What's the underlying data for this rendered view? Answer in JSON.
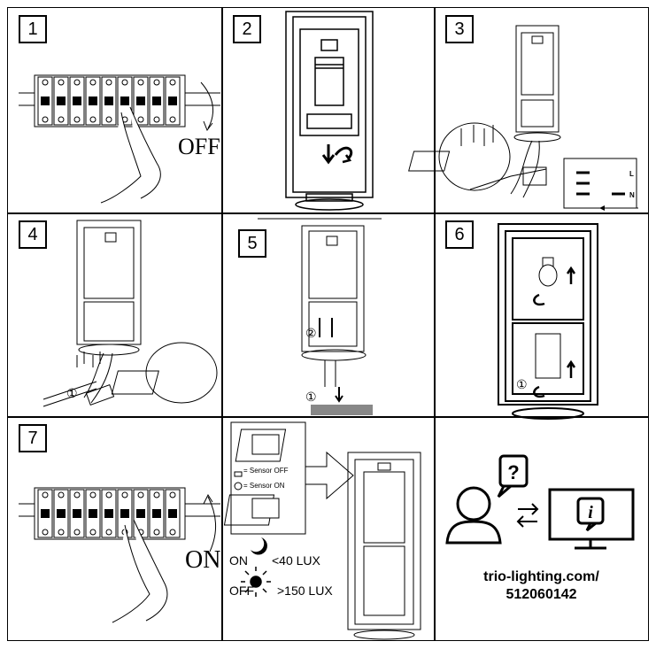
{
  "steps": [
    "1",
    "2",
    "3",
    "4",
    "5",
    "6",
    "7"
  ],
  "step1": {
    "label": "OFF"
  },
  "step3": {
    "terminals": [
      "L",
      "N"
    ]
  },
  "step4": {
    "marker": "①"
  },
  "step5": {
    "marker_top": "②",
    "marker_bottom": "①"
  },
  "step6": {
    "marker": "①"
  },
  "step7": {
    "label": "ON"
  },
  "sensor": {
    "off_legend": "= Sensor OFF",
    "on_legend": "= Sensor ON",
    "night_prefix": "ON",
    "night_value": "<40 LUX",
    "day_prefix": "OFF",
    "day_value": ">150 LUX"
  },
  "support": {
    "question_mark": "?",
    "info_mark": "i",
    "url_line1": "trio-lighting.com/",
    "url_line2": "512060142"
  },
  "icons": [
    "breaker-panel-icon",
    "hand-icon",
    "rotate-arrow-icon",
    "lamp-post-icon",
    "screw-icon",
    "wiring-block-icon",
    "bulb-icon",
    "moon-icon",
    "sun-icon",
    "person-icon",
    "speech-bubble-icon",
    "monitor-icon",
    "exchange-arrows-icon"
  ]
}
